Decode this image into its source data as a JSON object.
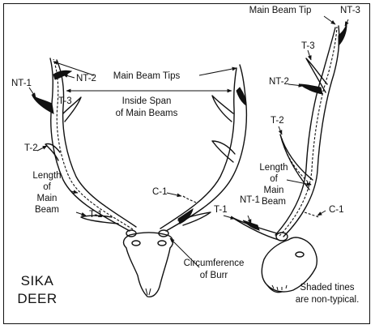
{
  "title": "SIKA DEER",
  "title_lines": [
    "SIKA",
    "DEER"
  ],
  "labels": {
    "nt1_left": "NT-1",
    "nt2_left": "NT-2",
    "t3_left": "T-3",
    "t2_left": "T-2",
    "t1_left": "T-1",
    "length_main_beam_left": [
      "Length",
      "of",
      "Main",
      "Beam"
    ],
    "main_beam_tips": "Main Beam Tips",
    "inside_span": [
      "Inside Span",
      "of Main Beams"
    ],
    "c1_left": "C-1",
    "circumference_burr": [
      "Circumference",
      "of Burr"
    ],
    "main_beam_tip": "Main Beam Tip",
    "nt3_right": "NT-3",
    "t3_right": "T-3",
    "nt2_right": "NT-2",
    "t2_right": "T-2",
    "length_main_beam_right": [
      "Length",
      "of",
      "Main",
      "Beam"
    ],
    "t1_right": "T-1",
    "nt1_right": "NT-1",
    "c1_right": "C-1",
    "shaded_note": [
      "Shaded tines",
      "are non-typical."
    ]
  }
}
